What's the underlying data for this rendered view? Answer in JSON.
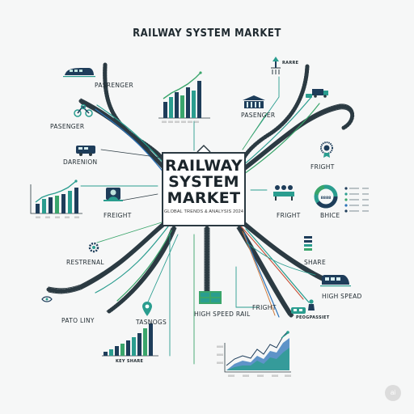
{
  "title": "RAILWAY SYSTEM MARKET",
  "hub": {
    "line1": "RAILWAY",
    "line2": "SYSTEM",
    "line3": "MARKET",
    "subtitle": "GLOBAL TRENDS & ANALYSIS 2024"
  },
  "labels": {
    "pasrenger": "PASRENGER",
    "pasenger_left": "PASENGER",
    "pasenger_right": "PASENGER",
    "rarre": "RARRE",
    "darenion": "DARENION",
    "fright_top_right": "FRIGHT",
    "fright_left": "FREIGHT",
    "fright_right": "FRIGHT",
    "bhice": "BHICE",
    "restrenal": "RESTRENAL",
    "share": "SHARE",
    "high_spead": "HIGH SPEAD",
    "pato_liny": "PATO LINY",
    "tasnogs": "TASNOGS",
    "high_speed_rail": "HIGH SPEED RAIL",
    "fright_bottom": "FRIGHT",
    "peogpassiet": "PEOGPASSIET",
    "key_share": "KEY SHARE"
  },
  "donut": {
    "center_label": "8888"
  },
  "credit": "ai",
  "colors": {
    "navy": "#1e3d5a",
    "teal": "#2a9d8f",
    "green": "#3aa56b",
    "blue": "#2b72b8",
    "red": "#c8553d",
    "track": "#2b3a42"
  }
}
